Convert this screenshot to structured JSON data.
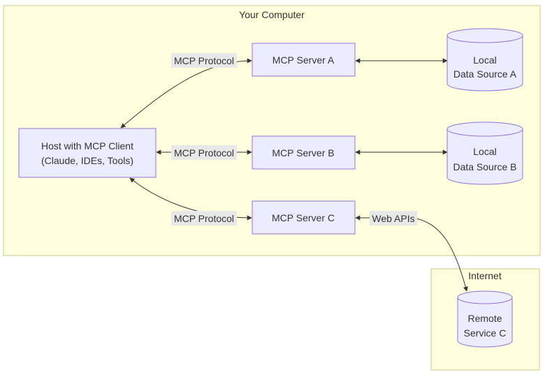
{
  "clusters": {
    "computer": "Your Computer",
    "internet": "Internet"
  },
  "nodes": {
    "host": [
      "Host with MCP Client",
      "(Claude, IDEs, Tools)"
    ],
    "server_a": "MCP Server A",
    "server_b": "MCP Server B",
    "server_c": "MCP Server C",
    "source_a": [
      "Local",
      "Data Source A"
    ],
    "source_b": [
      "Local",
      "Data Source B"
    ],
    "remote_c": [
      "Remote",
      "Service C"
    ]
  },
  "edge_labels": {
    "a": "MCP Protocol",
    "b": "MCP Protocol",
    "c": "MCP Protocol",
    "web": "Web APIs"
  },
  "colors": {
    "cluster_fill": "#ffffde",
    "node_fill": "#ececff",
    "node_stroke": "#9370db"
  }
}
